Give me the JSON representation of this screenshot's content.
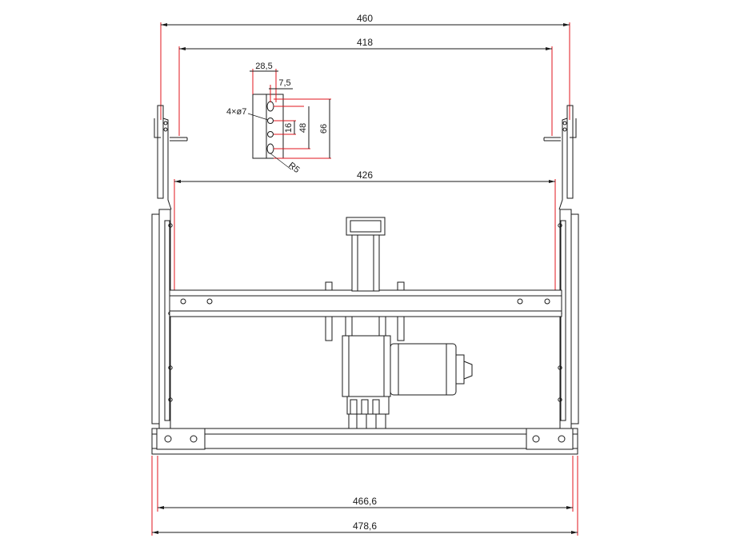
{
  "colors": {
    "dimension_line": "#e0141e",
    "outline": "#1a1a1a",
    "background": "#ffffff"
  },
  "dimensions": {
    "overall_top_width": "460",
    "inner_top_width": "418",
    "middle_width": "426",
    "bottom_inner_width": "466,6",
    "bottom_outer_width": "478,6"
  },
  "detail": {
    "hole_offset_x": "28,5",
    "hole_offset_small": "7,5",
    "holes_callout": "4×ø7",
    "pitch_16": "16",
    "pitch_48": "48",
    "pitch_66": "66",
    "corner_radius": "R5"
  }
}
